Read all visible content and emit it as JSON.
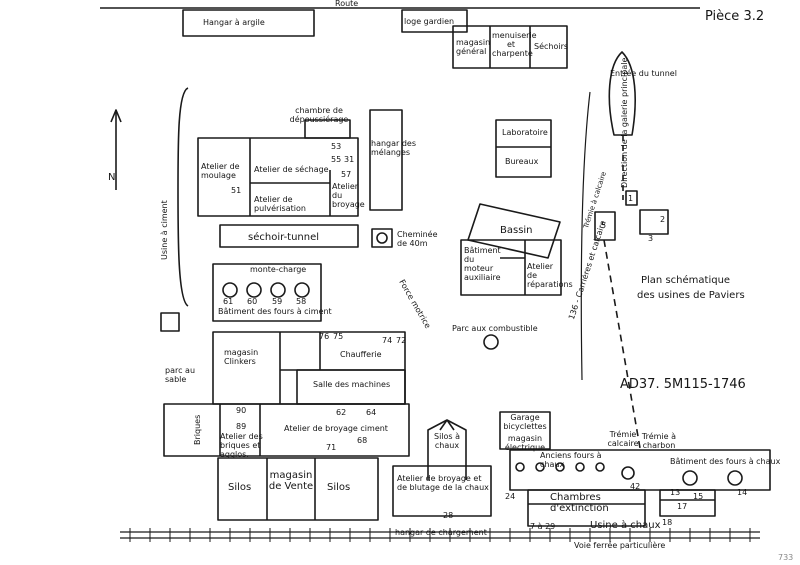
{
  "header": {
    "piece": "Pièce 3.2",
    "plan_title": "Plan schématique",
    "plan_subtitle": "des usines de Paviers",
    "reference": "AD37. 5M115-1746",
    "north": "N",
    "page_number": "733"
  },
  "roads": {
    "route": "Route",
    "voie_ferree": "Voie ferrée particulière",
    "usine_chaux": "Usine à chaux",
    "usine_ciment": "Usine à ciment",
    "carrieres": "136 - Carrières et calcaire",
    "force_motrice": "Force motrice",
    "direction": "Direction de la galerie principale",
    "entree_tunnel": "Entrée du tunnel",
    "numbers_7_29": "7 à 29"
  },
  "buildings": {
    "hangar_argile": "Hangar à argile",
    "loge_gardien": "loge gardien",
    "magasin_general": "magasin général",
    "menuiserie": "menuiserie et charpente",
    "sechoirs": "Séchoirs",
    "laboratoire": "Laboratoire",
    "bureaux": "Bureaux",
    "chambre_depoussierage": "chambre de dépoussiérage",
    "hangar_melanges": "hangar des mélanges",
    "atelier_moulage": "Atelier de moulage",
    "atelier_sechage": "Atelier de séchage",
    "atelier_pulverisation": "Atelier de pulvérisation",
    "atelier_broyage_top": "Atelier du broyage",
    "sechoir_tunnel": "séchoir-tunnel",
    "cheminee": "Cheminée de 40m",
    "bassin": "Bassin",
    "batiment_moteur": "Bâtiment du moteur auxiliaire",
    "atelier_reparations": "Atelier de réparations",
    "monte_charge": "monte-charge",
    "batiment_fours_ciment": "Bâtiment des fours à ciment",
    "parc_combustible": "Parc aux combustible",
    "magasin_clinkers": "magasin Clinkers",
    "chaufferie": "Chaufferie",
    "salle_machines": "Salle des machines",
    "parc_sable": "parc au sable",
    "briques": "Briques",
    "atelier_broyage_ciment": "Atelier de broyage ciment",
    "atelier_briques": "Atelier des briques et agglos.",
    "silos_chaux": "Silos à chaux",
    "garage_bicyclettes": "Garage bicyclettes",
    "magasin_electrique": "magasin électrique",
    "silos_left": "Silos",
    "magasin_vente": "magasin de Vente",
    "silos_right": "Silos",
    "atelier_blutage": "Atelier de broyage et de blutage de la chaux",
    "anciens_fours": "Anciens fours à chaux",
    "chambres_extinction": "Chambres d'extinction",
    "tremie_calcaire": "Trémie calcaire",
    "tremie_charbon": "Trémie à charbon",
    "batiment_fours_chaux": "Bâtiment des fours à chaux",
    "hangar_chargement": "hangar de chargement",
    "tremie_calcaire_top": "Trémie à calcaire"
  },
  "numbers": {
    "n51": "51",
    "n53": "53",
    "n55": "55",
    "n31": "31",
    "n57": "57",
    "n61": "61",
    "n60": "60",
    "n59": "59",
    "n58": "58",
    "n76": "76",
    "n75": "75",
    "n74": "74",
    "n72": "72",
    "n62": "62",
    "n64": "64",
    "n68": "68",
    "n90": "90",
    "n89": "89",
    "n71": "71",
    "n24": "24",
    "n28": "28",
    "n42": "42",
    "n13": "13",
    "n15": "15",
    "n14": "14",
    "n17": "17",
    "n18": "18",
    "n1": "1",
    "n2": "2",
    "n3": "3",
    "n5": "5"
  }
}
